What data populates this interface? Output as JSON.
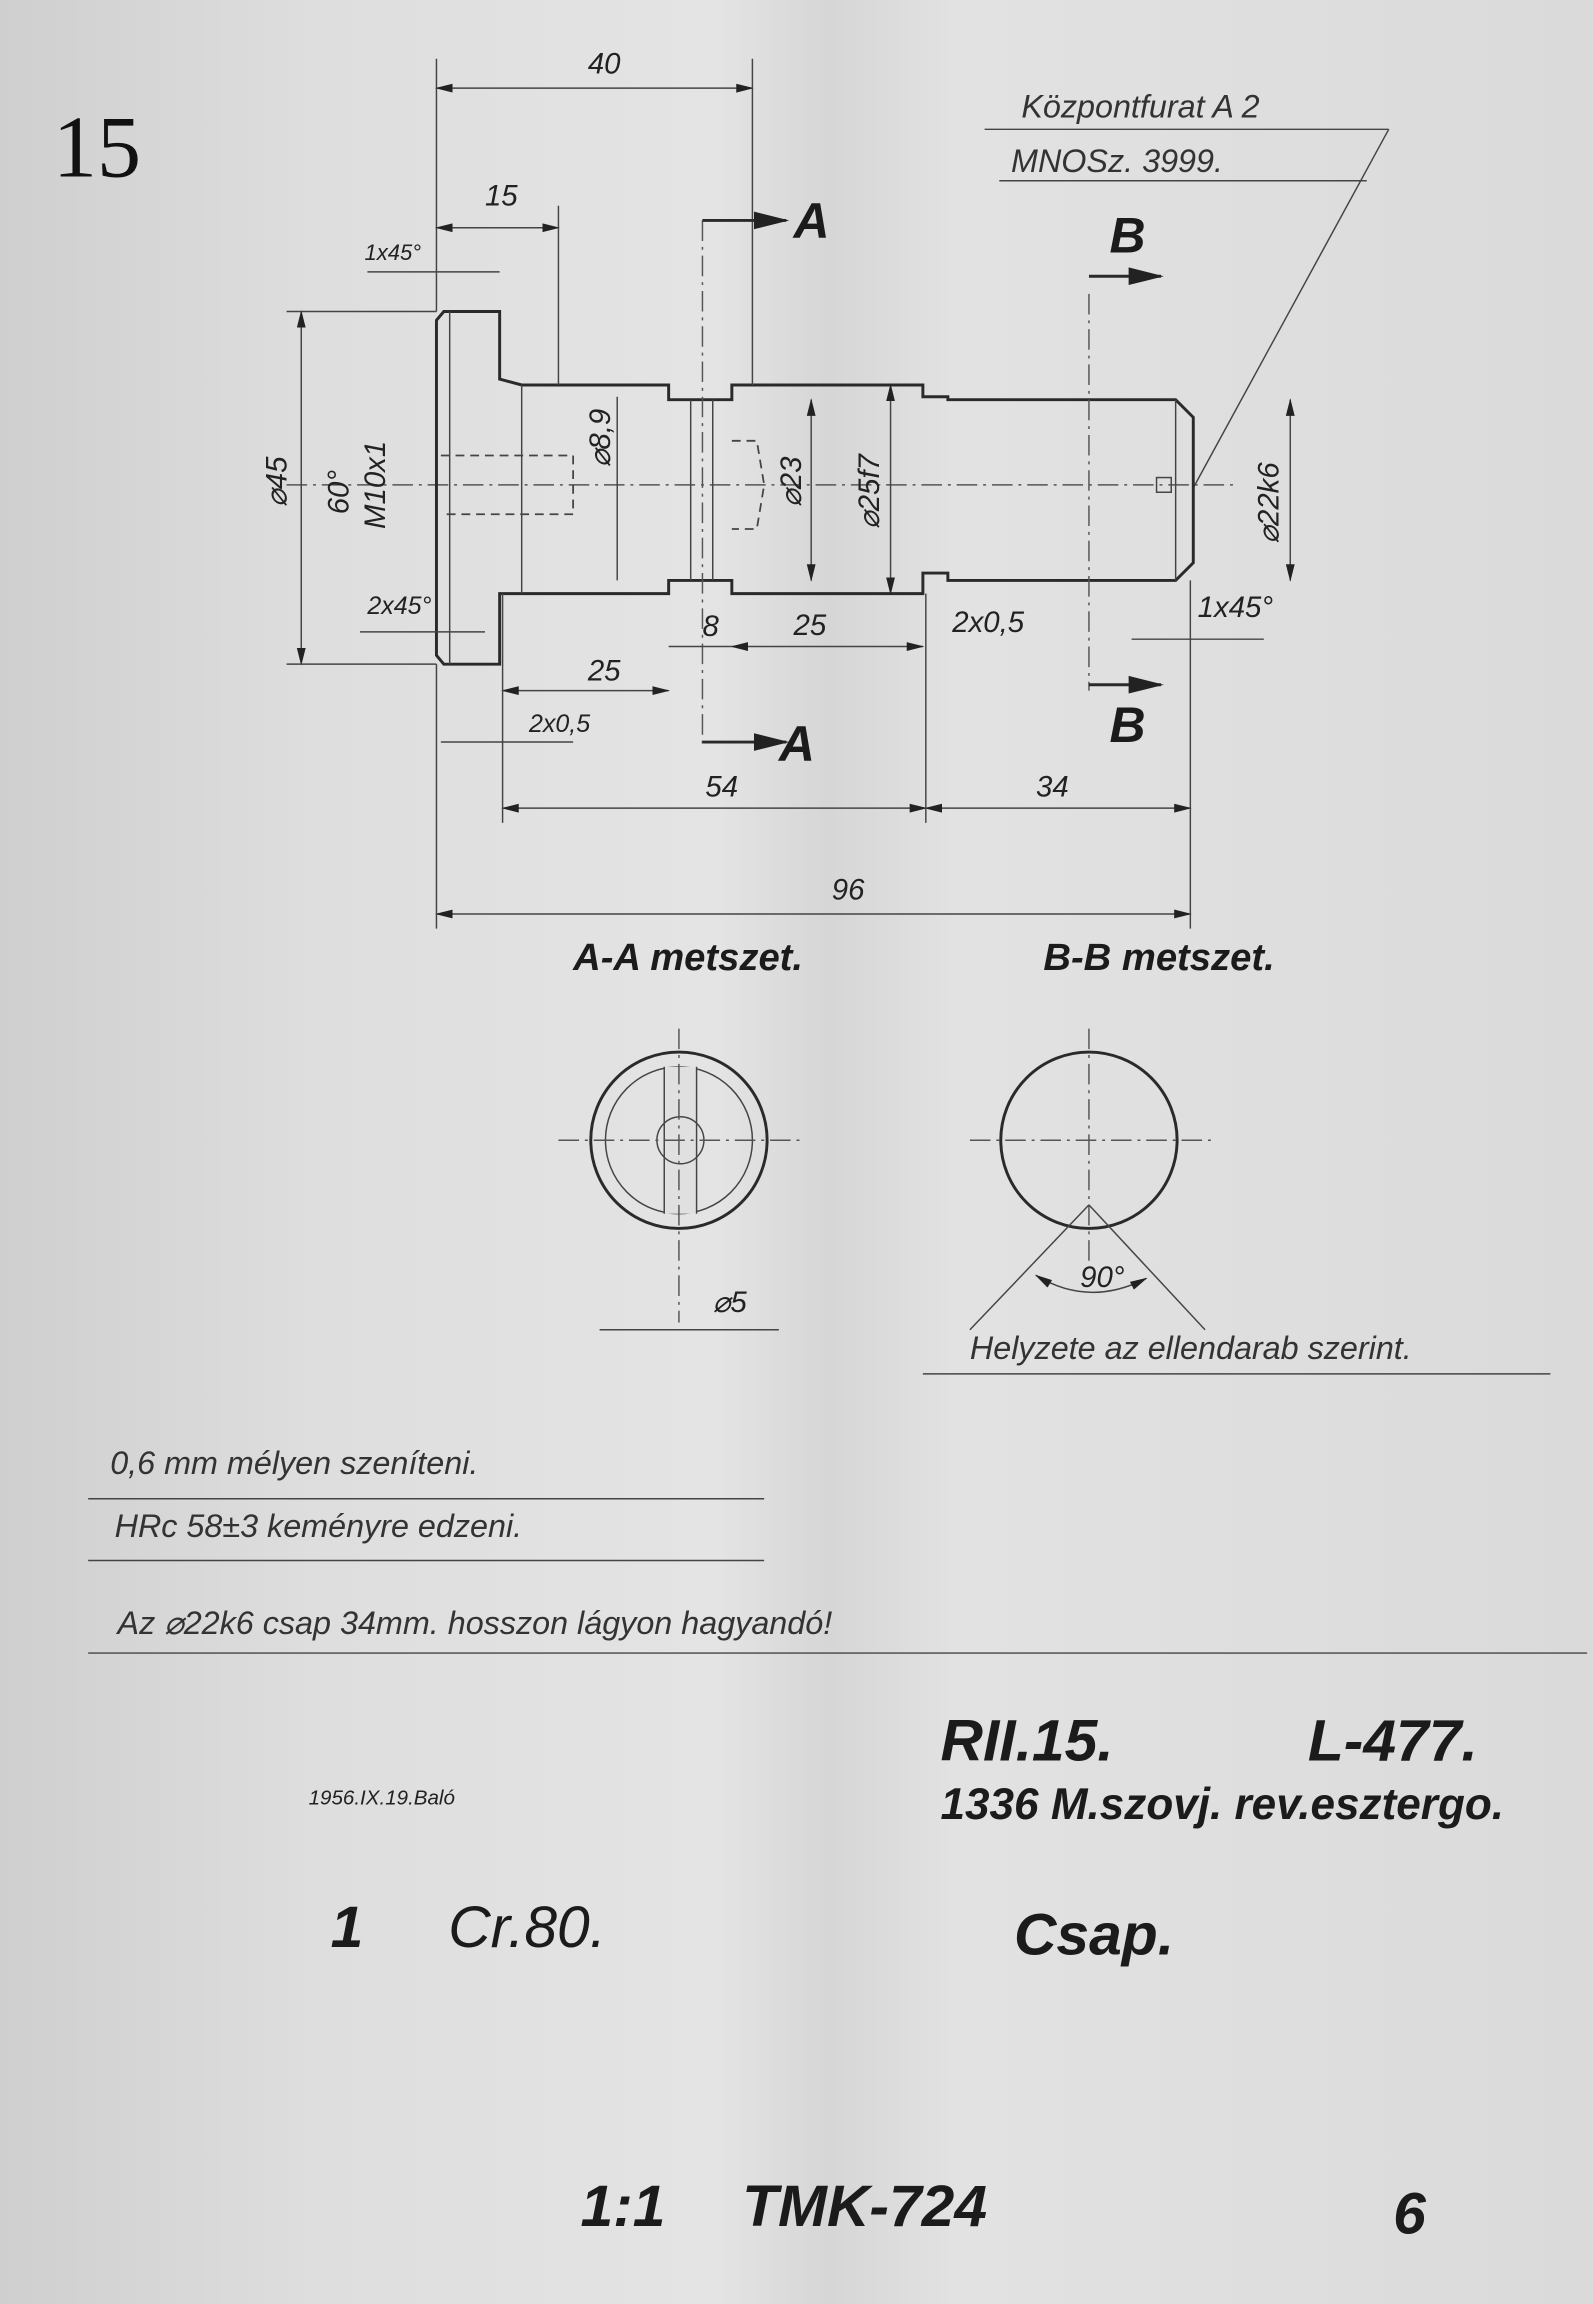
{
  "page_number": "15",
  "header_note": {
    "line1": "Központfurat A 2",
    "line2": "MNOSz. 3999."
  },
  "dimensions": {
    "len_40": "40",
    "len_15": "15",
    "chamfer_1x45_left": "1x45°",
    "dia_45": "⌀45",
    "angle_60": "60°",
    "thread_m10": "M10x1",
    "chamfer_2x45": "2x45°",
    "dia_8_9": "⌀8,9",
    "dia_23": "⌀23",
    "dia_25f7": "⌀25f7",
    "dia_22k6": "⌀22k6",
    "len_8": "8",
    "len_25_right": "25",
    "len_25_left": "25",
    "groove_2x05_right": "2x0,5",
    "groove_2x05_left": "2x0,5",
    "chamfer_1x45_right": "1x45°",
    "len_54": "54",
    "len_34": "34",
    "len_96": "96"
  },
  "section_marks": {
    "a": "A",
    "b": "B"
  },
  "sections": {
    "a_title": "A-A metszet.",
    "b_title": "B-B metszet.",
    "a_dia": "⌀5",
    "b_angle": "90°",
    "b_note": "Helyzete az ellendarab szerint."
  },
  "notes": [
    "0,6 mm mélyen szeníteni.",
    "HRc 58±3 keményre edzeni.",
    "Az ⌀22k6 csap 34mm. hosszon lágyon hagyandó!"
  ],
  "title_block": {
    "code": "RII.15.",
    "ref": "L-477.",
    "machine": "1336 M.szovj. rev.esztergo.",
    "signature": "1956.IX.19.Baló",
    "quantity": "1",
    "material": "Cr.80.",
    "part_name": "Csap.",
    "scale": "1:1",
    "drawing_no": "TMK-724",
    "sheet": "6"
  }
}
